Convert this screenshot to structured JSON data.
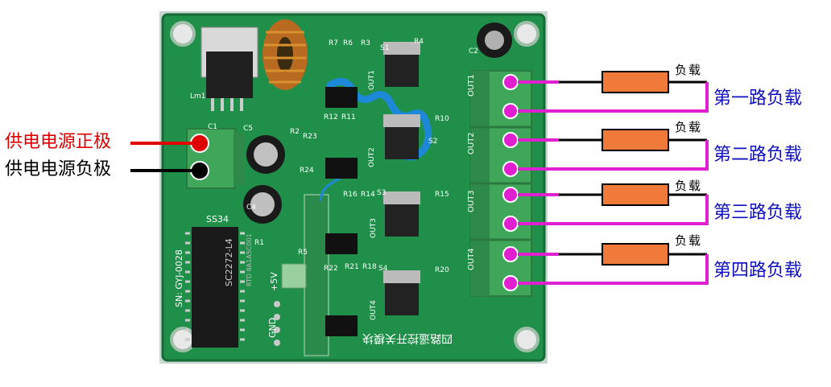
{
  "power": {
    "positive_label": "供电电源正极",
    "negative_label": "供电电源负极"
  },
  "board": {
    "title": "四路遥控开关模块",
    "serial": "SN: GYJ-0028",
    "chip_label": "SC2272-L4",
    "chip_sub": "RTD 8A1A5C001",
    "diode_label": "SS34",
    "pin_5v": "+5V",
    "pin_gnd": "GND",
    "out_labels": [
      "OUT1",
      "OUT2",
      "OUT3",
      "OUT4"
    ],
    "component_labels": [
      "R7",
      "R6",
      "R3",
      "R4",
      "S1",
      "C2",
      "R12",
      "R11",
      "R2",
      "R23",
      "R10",
      "R24",
      "S2",
      "R16",
      "R14",
      "S3",
      "R15",
      "R22",
      "R21",
      "R18",
      "S4",
      "R20",
      "C1",
      "C5",
      "C4",
      "R1",
      "R5",
      "Lm1"
    ]
  },
  "loads": [
    {
      "resistor_label": "负载",
      "label": "第一路负载"
    },
    {
      "resistor_label": "负载",
      "label": "第二路负载"
    },
    {
      "resistor_label": "负载",
      "label": "第三路负载"
    },
    {
      "resistor_label": "负载",
      "label": "第四路负载"
    }
  ],
  "colors": {
    "pcb": "#1f8f4a",
    "pcb_dark": "#17703a",
    "silkscreen": "#ffffff",
    "terminal": "#3fa65a",
    "positive_wire": "#e00000",
    "negative_wire": "#000000",
    "load_wire": "#e020d0",
    "resistor": "#f07a3a",
    "load_text": "#1010c0",
    "antenna": "#1e88d8"
  }
}
